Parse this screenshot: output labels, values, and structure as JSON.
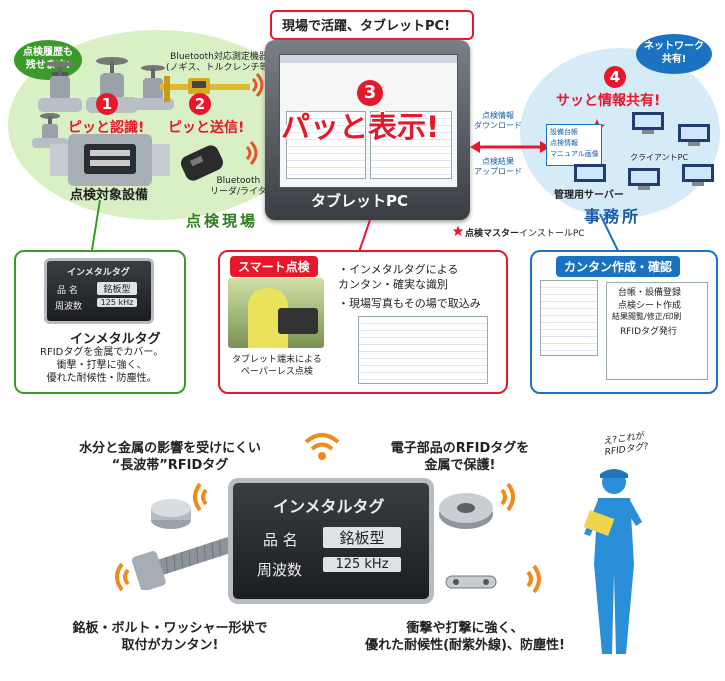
{
  "top": {
    "field": {
      "bubble_history": "点検履歴も\n残せます!",
      "step1_num": "1",
      "step1_label": "ピッと認識!",
      "equipment_label": "点検対象設備",
      "bt_device_label": "Bluetooth対応測定機器\n(ノギス、トルクレンチ等)",
      "step2_num": "2",
      "step2_label": "ピッと送信!",
      "bt_reader_label": "Bluetooth\nリーダ/ライタ",
      "area_label": "点検現場"
    },
    "tablet": {
      "headline": "現場で活躍、タブレットPC!",
      "step3_num": "3",
      "step3_label": "パッと表示!",
      "tablet_label": "タブレットPC"
    },
    "transfer": {
      "download_label": "点検情報\nダウンロード",
      "upload_label": "点検結果\nアップロード"
    },
    "install_note": {
      "product": "点検マスター",
      "suffix": "インストールPC"
    },
    "office": {
      "bubble_network": "ネットワーク\n共有!",
      "step4_num": "4",
      "step4_label": "サッと情報共有!",
      "doc_label": "設備台帳\n点検情報\nマニュアル画像",
      "client_label": "クライアントPC",
      "server_label": "管理用サーバー",
      "area_label": "事務所"
    }
  },
  "panels": {
    "tag": {
      "plate_title": "インメタルタグ",
      "plate_row1_key": "品 名",
      "plate_row1_val": "銘板型",
      "plate_row2_key": "周波数",
      "plate_row2_val": "125 kHz",
      "title": "インメタルタグ",
      "desc": "RFIDタグを金属でカバー。\n衝撃・打撃に強く、\n優れた耐候性・防塵性。"
    },
    "smart": {
      "title": "スマート点検",
      "bullet1": "・インメタルタグによる\nカンタン・確実な識別",
      "bullet2": "・現場写真もその場で取込み",
      "caption": "タブレット端末による\nペーパーレス点検"
    },
    "easy": {
      "title": "カンタン作成・確認",
      "items": [
        "台帳・設備登録",
        "点検シート作成",
        "結果閲覧/修正/印刷",
        "RFIDタグ発行"
      ]
    }
  },
  "bottom": {
    "callout_top_left": "水分と金属の影響を受けにくい\n“長波帯”RFIDタグ",
    "callout_top_right": "電子部品のRFIDタグを\n金属で保護!",
    "callout_bottom_left": "銘板・ボルト・ワッシャー形状で\n取付がカンタン!",
    "callout_bottom_right": "衝撃や打撃に強く、\n優れた耐候性(耐紫外線)、防塵性!",
    "plate_title": "インメタルタグ",
    "plate_row1_key": "品 名",
    "plate_row1_val": "銘板型",
    "plate_row2_key": "周波数",
    "plate_row2_val": "125 kHz",
    "person_speech": "え?これが\nRFIDタグ?"
  },
  "colors": {
    "red": "#e8182c",
    "green": "#3c9a2a",
    "blue": "#1a72c2",
    "orange": "#f08a1c"
  }
}
